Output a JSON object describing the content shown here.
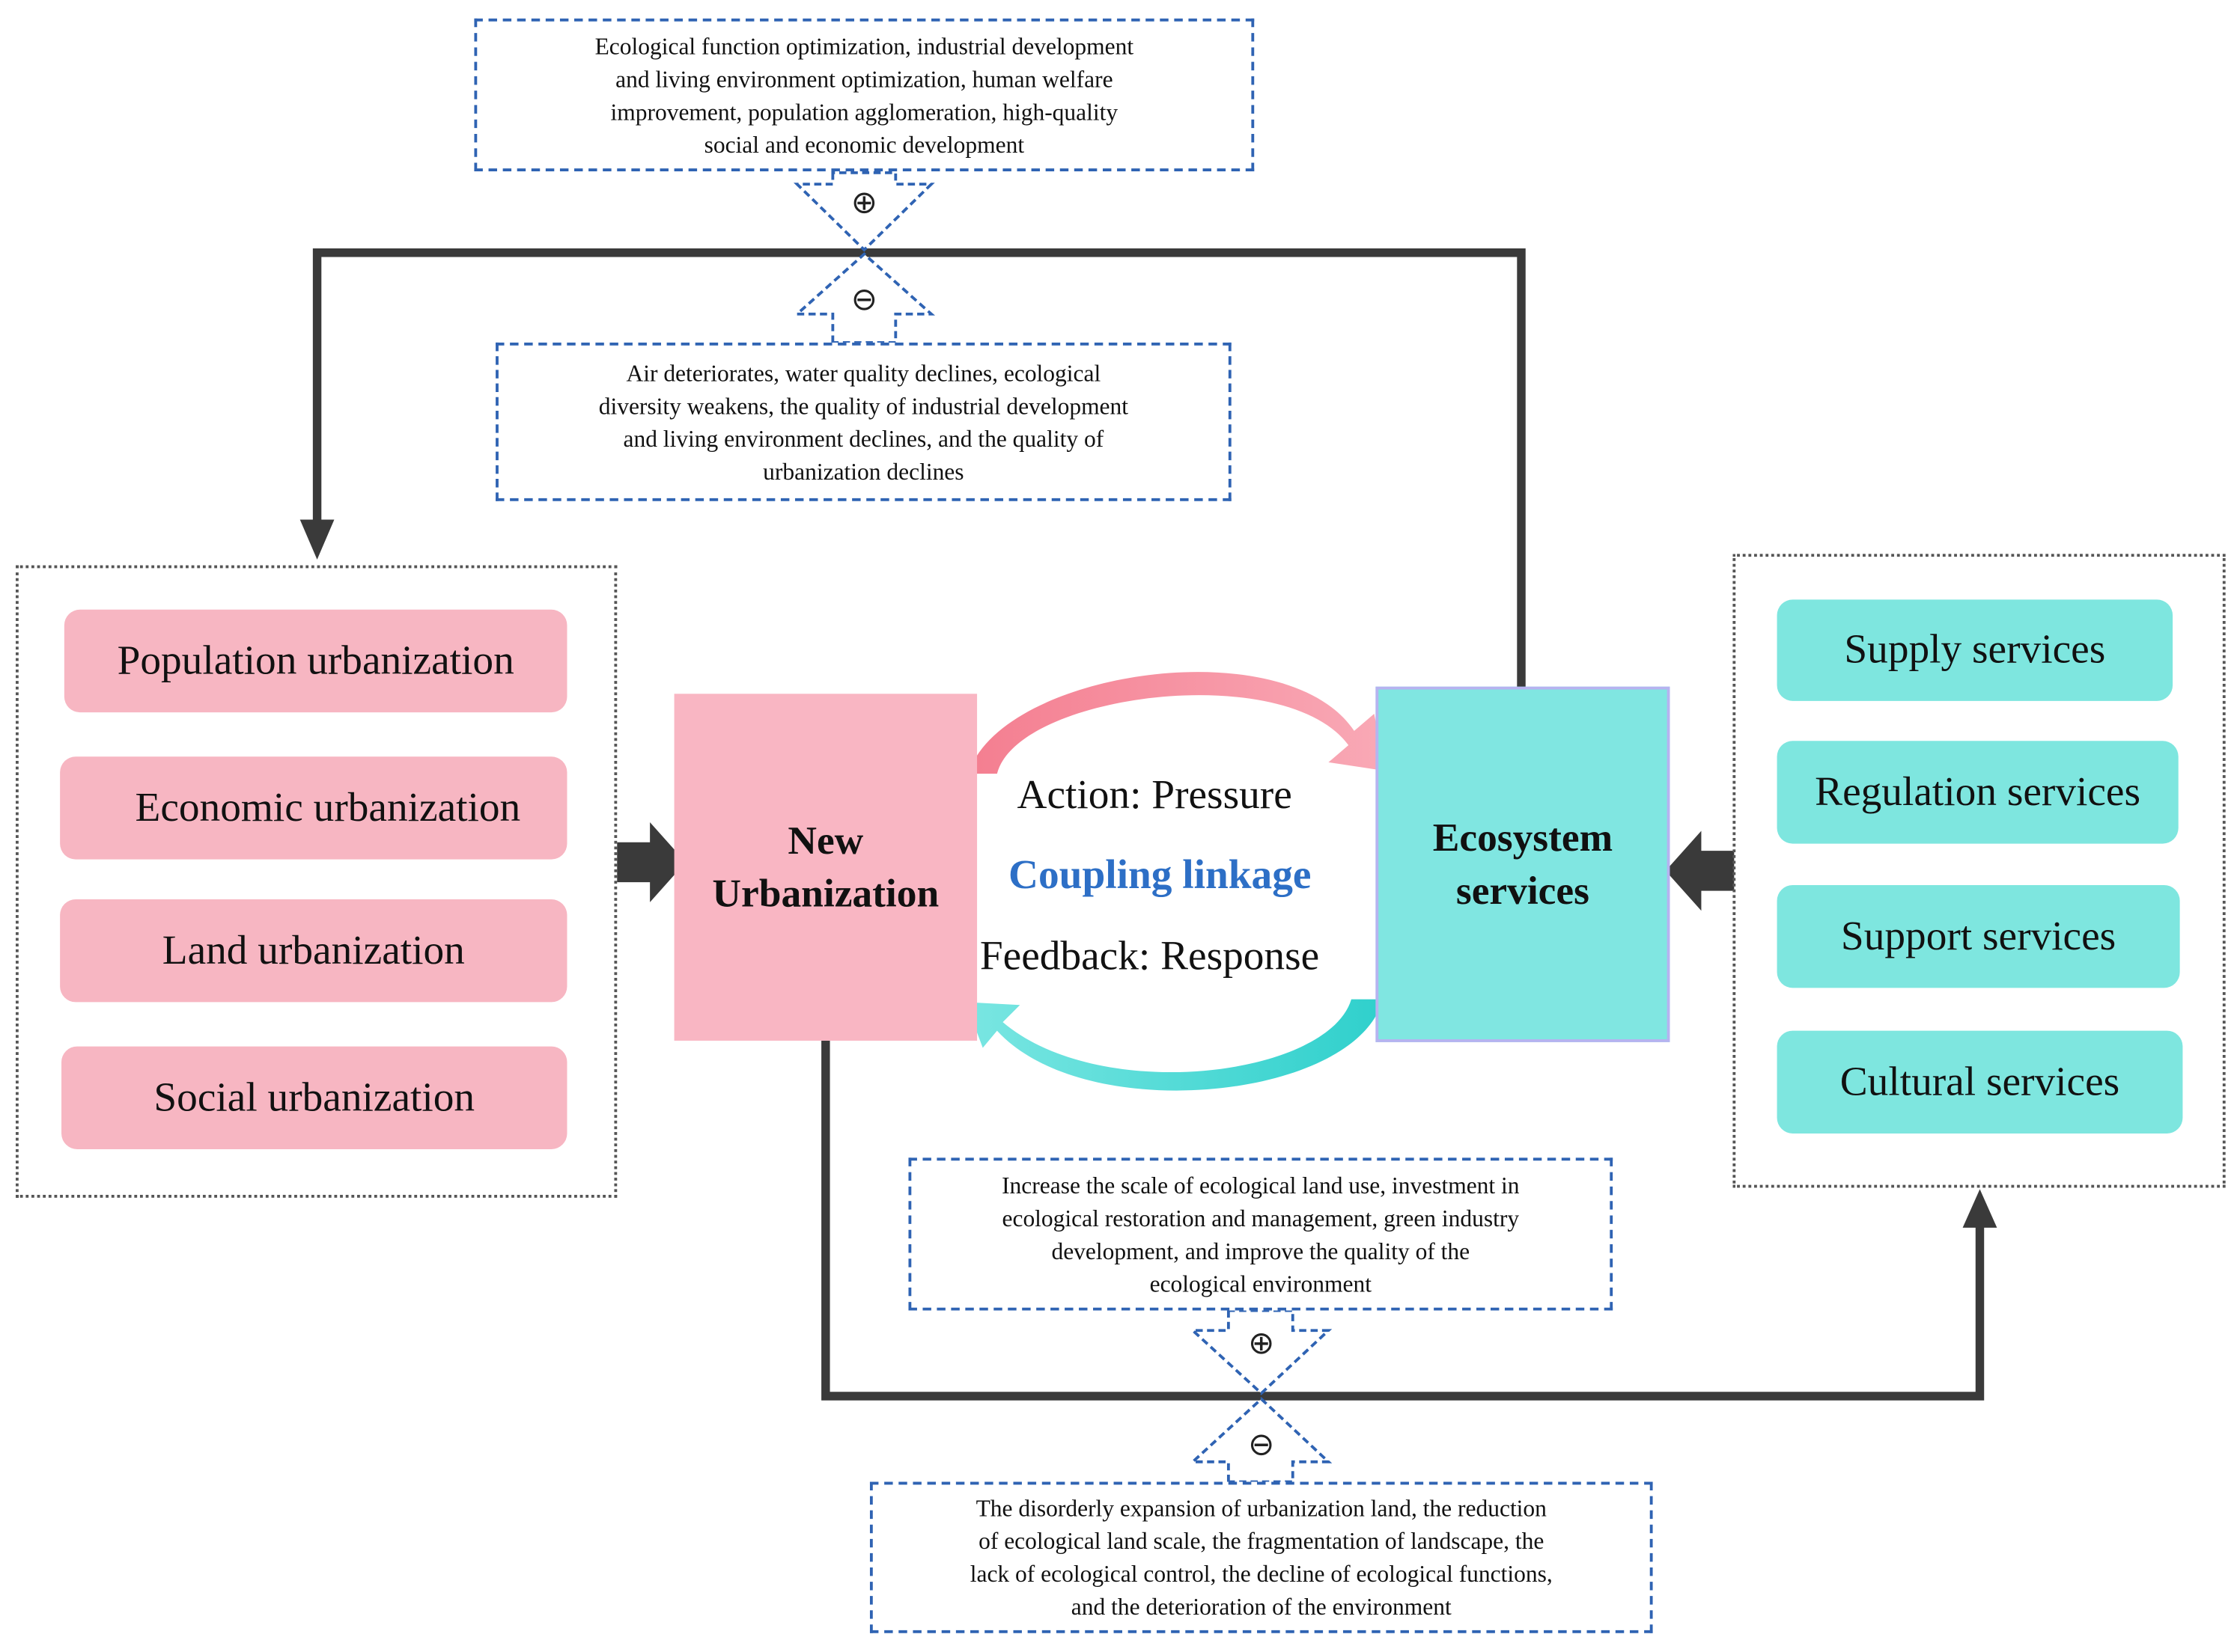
{
  "top_positive_note": [
    "Ecological function optimization, industrial development",
    "and living environment optimization, human welfare",
    "improvement, population agglomeration, high-quality",
    "social and economic development"
  ],
  "top_negative_note": [
    "Air deteriorates, water quality declines, ecological",
    "diversity weakens, the quality of industrial development",
    "and living environment declines, and the quality of",
    "urbanization declines"
  ],
  "bottom_positive_note": [
    "Increase the scale of ecological land use, investment in",
    "ecological restoration and management, green industry",
    "development, and improve the quality of the",
    "ecological environment"
  ],
  "bottom_negative_note": [
    "The disorderly expansion of urbanization land, the reduction",
    "of ecological land scale, the fragmentation of landscape, the",
    "lack of ecological control, the decline of ecological functions,",
    "and the deterioration of the environment"
  ],
  "symbols": {
    "positive": "⊕",
    "negative": "⊖"
  },
  "urbanization_items": [
    "Population urbanization",
    "Economic urbanization",
    "Land urbanization",
    "Social urbanization"
  ],
  "ecosystem_items": [
    "Supply services",
    "Regulation services",
    "Support services",
    "Cultural services"
  ],
  "new_urbanization": [
    "New",
    "Urbanization"
  ],
  "ecosystem_services": [
    "Ecosystem",
    "services"
  ],
  "center": {
    "action": "Action: Pressure",
    "coupling": "Coupling linkage",
    "feedback": "Feedback: Response"
  },
  "colors": {
    "pink": "#f7b6c2",
    "cyan": "#7ee6df",
    "note_border": "#2f63b3",
    "coupling_text": "#2d6fc6",
    "connector": "#3a3a3a"
  }
}
